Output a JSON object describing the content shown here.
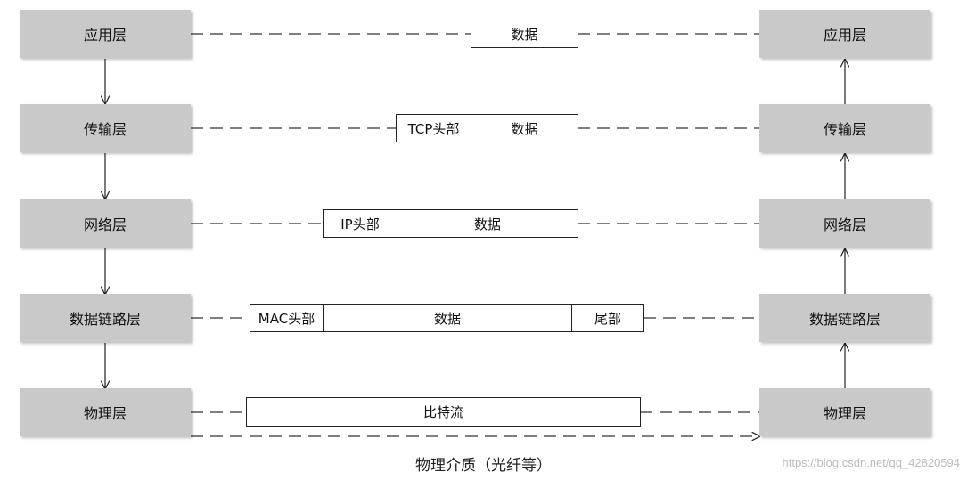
{
  "layers_left": [
    "应用层",
    "传输层",
    "网络层",
    "数据链路层",
    "物理层"
  ],
  "layers_right": [
    "应用层",
    "传输层",
    "网络层",
    "数据链路层",
    "物理层"
  ],
  "packets": {
    "app": [
      "数据"
    ],
    "transport": [
      "TCP头部",
      "数据"
    ],
    "network": [
      "IP头部",
      "数据"
    ],
    "datalink": [
      "MAC头部",
      "数据",
      "尾部"
    ],
    "physical": [
      "比特流"
    ]
  },
  "medium_caption": "物理介质（光纤等）",
  "watermark": "https://blog.csdn.net/qq_42820594"
}
